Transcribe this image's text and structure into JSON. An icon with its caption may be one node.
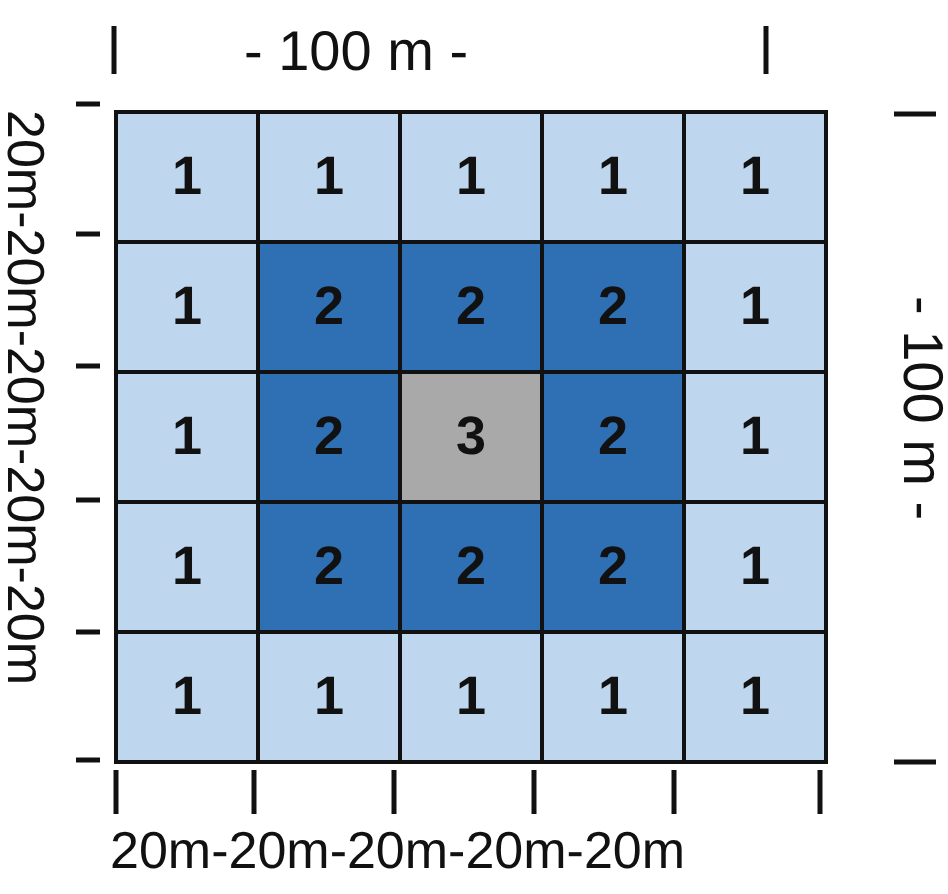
{
  "diagram": {
    "nodes": [
      {
        "text": [
          "1"
        ]
      },
      {
        "text": [
          "1"
        ]
      },
      {
        "text": [
          "1"
        ]
      },
      {
        "text": [
          "1"
        ]
      },
      {
        "text": [
          "1"
        ]
      },
      {
        "text": [
          "1"
        ]
      },
      {
        "text": [
          "2"
        ]
      },
      {
        "text": [
          "2"
        ]
      },
      {
        "text": [
          "2"
        ]
      },
      {
        "text": [
          "1"
        ]
      },
      {
        "text": [
          "1"
        ]
      },
      {
        "text": [
          "2"
        ]
      },
      {
        "text": [
          "3"
        ]
      },
      {
        "text": [
          "2"
        ]
      },
      {
        "text": [
          "1"
        ]
      },
      {
        "text": [
          "1"
        ]
      },
      {
        "text": [
          "2"
        ]
      },
      {
        "text": [
          "2"
        ]
      },
      {
        "text": [
          "2"
        ]
      },
      {
        "text": [
          "1"
        ]
      },
      {
        "text": [
          "1"
        ]
      },
      {
        "text": [
          "1"
        ]
      },
      {
        "text": [
          "1"
        ]
      },
      {
        "text": [
          "1"
        ]
      },
      {
        "text": [
          "1"
        ]
      }
    ],
    "labels": [
      "- 100 m -",
      "20m-20m-20m-20m-20m",
      "- 100 m -",
      "20m-20m-20m-20m-20m"
    ]
  }
}
